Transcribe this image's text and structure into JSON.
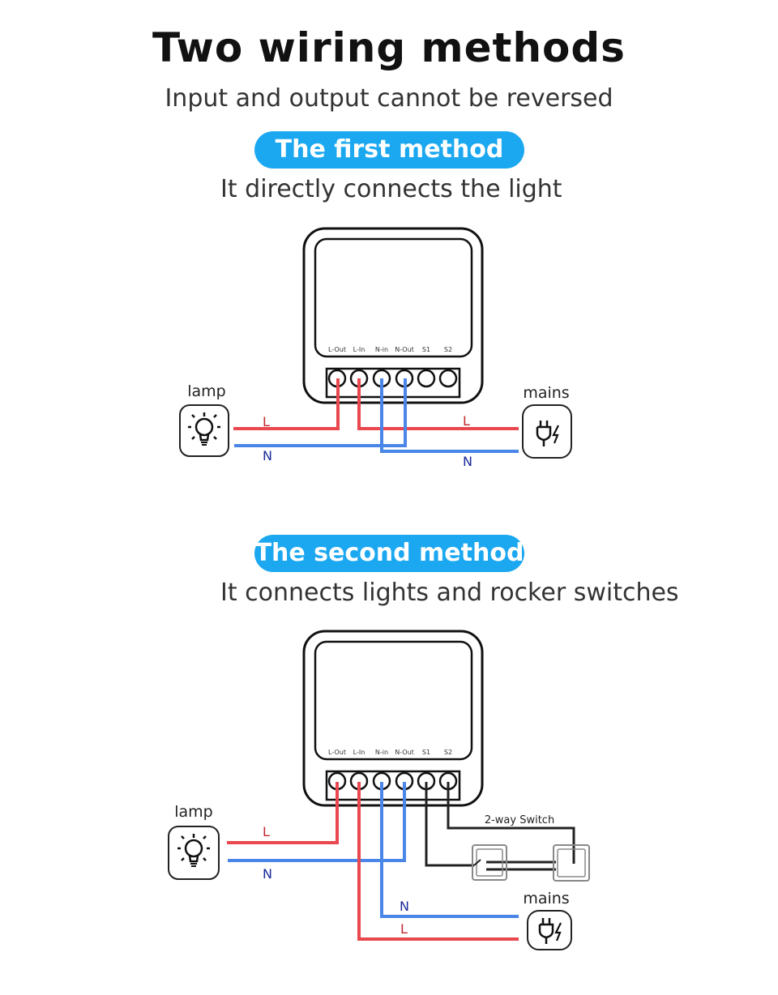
{
  "title": "Two  wiring methods",
  "subtitle": "Input and output cannot be reversed",
  "accent_color": "#1ba8f0",
  "wire_colors": {
    "live": "#e8484e",
    "neutral": "#4a86e8",
    "switch": "#222222"
  },
  "method1": {
    "badge": "The first method",
    "description": "It directly connects the light",
    "terminals": [
      "L-Out",
      "L-In",
      "N-in",
      "N-Out",
      "S1",
      "S2"
    ],
    "lamp_label": "lamp",
    "mains_label": "mains",
    "wire_labels": {
      "lamp_l": "L",
      "lamp_n": "N",
      "mains_l": "L",
      "mains_n": "N"
    }
  },
  "method2": {
    "badge": "The second method",
    "description": "It connects lights and rocker switches",
    "terminals": [
      "L-Out",
      "L-In",
      "N-in",
      "N-Out",
      "S1",
      "S2"
    ],
    "lamp_label": "lamp",
    "mains_label": "mains",
    "switch_label": "2-way Switch",
    "wire_labels": {
      "lamp_l": "L",
      "lamp_n": "N",
      "mains_l": "L",
      "mains_n": "N"
    }
  }
}
